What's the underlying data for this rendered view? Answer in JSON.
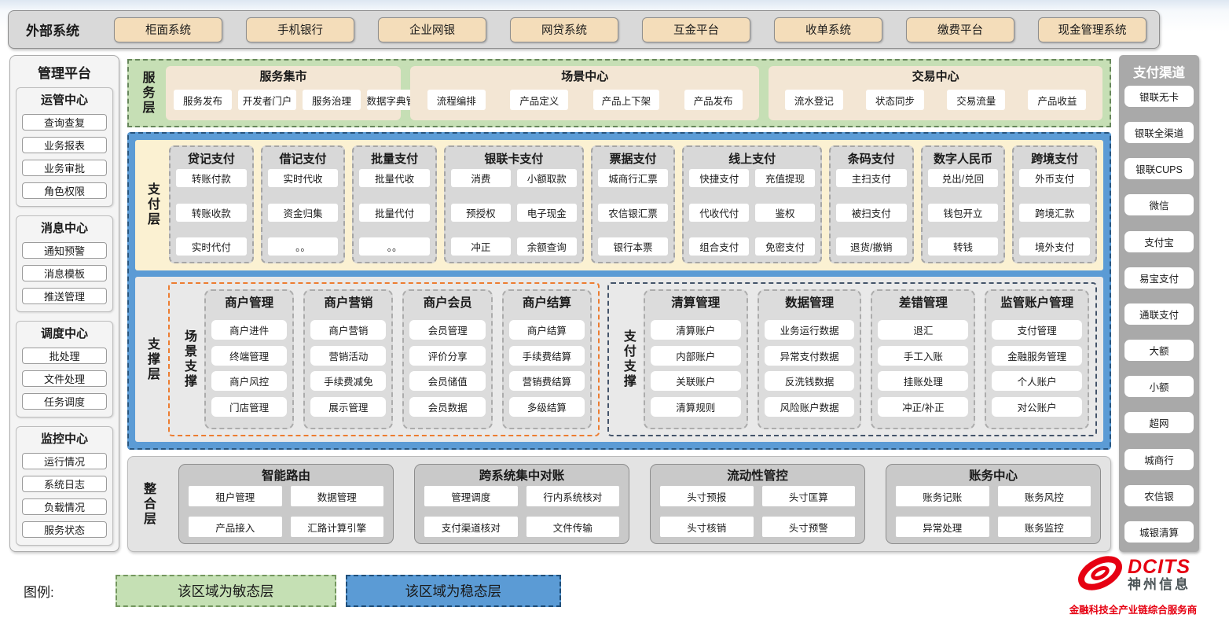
{
  "colors": {
    "agile_green": "#C5E0B4",
    "stable_blue": "#5B9BD5",
    "scene_support_accent": "#ED7D31",
    "payment_support_accent": "#44546A",
    "brand_red": "#E60012"
  },
  "external_systems": {
    "label": "外部系统",
    "items": [
      "柜面系统",
      "手机银行",
      "企业网银",
      "网贷系统",
      "互金平台",
      "收单系统",
      "缴费平台",
      "现金管理系统"
    ]
  },
  "management_platform": {
    "title": "管理平台",
    "groups": [
      {
        "title": "运管中心",
        "items": [
          "查询查复",
          "业务报表",
          "业务审批",
          "角色权限"
        ]
      },
      {
        "title": "消息中心",
        "items": [
          "通知预警",
          "消息模板",
          "推送管理"
        ]
      },
      {
        "title": "调度中心",
        "items": [
          "批处理",
          "文件处理",
          "任务调度"
        ]
      },
      {
        "title": "监控中心",
        "items": [
          "运行情况",
          "系统日志",
          "负载情况",
          "服务状态"
        ]
      }
    ]
  },
  "service_layer": {
    "label": "服务层",
    "panels": [
      {
        "title": "服务集市",
        "items": [
          "服务发布",
          "开发者门户",
          "服务治理",
          "数据字典管理"
        ]
      },
      {
        "title": "场景中心",
        "items": [
          "流程编排",
          "产品定义",
          "产品上下架",
          "产品发布"
        ]
      },
      {
        "title": "交易中心",
        "items": [
          "流水登记",
          "状态同步",
          "交易流量",
          "产品收益"
        ]
      }
    ]
  },
  "stable_region": {
    "payment_layer": {
      "label": "支付层",
      "columns": [
        {
          "title": "贷记支付",
          "cols": 1,
          "items": [
            "转账付款",
            "转账收款",
            "实时代付"
          ]
        },
        {
          "title": "借记支付",
          "cols": 1,
          "items": [
            "实时代收",
            "资金归集",
            "。。"
          ]
        },
        {
          "title": "批量支付",
          "cols": 1,
          "items": [
            "批量代收",
            "批量代付",
            "。。"
          ]
        },
        {
          "title": "银联卡支付",
          "cols": 2,
          "items": [
            "消费",
            "小额取款",
            "预授权",
            "电子现金",
            "冲正",
            "余额查询"
          ]
        },
        {
          "title": "票据支付",
          "cols": 1,
          "items": [
            "城商行汇票",
            "农信银汇票",
            "银行本票"
          ]
        },
        {
          "title": "线上支付",
          "cols": 2,
          "items": [
            "快捷支付",
            "充值提现",
            "代收代付",
            "鉴权",
            "组合支付",
            "免密支付"
          ]
        },
        {
          "title": "条码支付",
          "cols": 1,
          "items": [
            "主扫支付",
            "被扫支付",
            "退货/撤销"
          ]
        },
        {
          "title": "数字人民币",
          "cols": 1,
          "items": [
            "兑出/兑回",
            "钱包开立",
            "转钱"
          ]
        },
        {
          "title": "跨境支付",
          "cols": 1,
          "items": [
            "外币支付",
            "跨境汇款",
            "境外支付"
          ]
        }
      ]
    },
    "support_layer": {
      "label": "支撑层",
      "groups": [
        {
          "label": "场景支撑",
          "columns": [
            {
              "title": "商户管理",
              "items": [
                "商户进件",
                "终端管理",
                "商户风控",
                "门店管理"
              ]
            },
            {
              "title": "商户营销",
              "items": [
                "商户营销",
                "营销活动",
                "手续费减免",
                "展示管理"
              ]
            },
            {
              "title": "商户会员",
              "items": [
                "会员管理",
                "评价分享",
                "会员储值",
                "会员数据"
              ]
            },
            {
              "title": "商户结算",
              "items": [
                "商户结算",
                "手续费结算",
                "营销费结算",
                "多级结算"
              ]
            }
          ]
        },
        {
          "label": "支付支撑",
          "columns": [
            {
              "title": "清算管理",
              "items": [
                "清算账户",
                "内部账户",
                "关联账户",
                "清算规则"
              ]
            },
            {
              "title": "数据管理",
              "items": [
                "业务运行数据",
                "异常支付数据",
                "反洗钱数据",
                "风险账户数据"
              ]
            },
            {
              "title": "差错管理",
              "items": [
                "退汇",
                "手工入账",
                "挂账处理",
                "冲正/补正"
              ]
            },
            {
              "title": "监管账户管理",
              "items": [
                "支付管理",
                "金融服务管理",
                "个人账户",
                "对公账户"
              ]
            }
          ]
        }
      ]
    }
  },
  "integration_layer": {
    "label": "整合层",
    "panels": [
      {
        "title": "智能路由",
        "items": [
          "租户管理",
          "数据管理",
          "产品接入",
          "汇路计算引擎"
        ]
      },
      {
        "title": "跨系统集中对账",
        "items": [
          "管理调度",
          "行内系统核对",
          "支付渠道核对",
          "文件传输"
        ]
      },
      {
        "title": "流动性管控",
        "items": [
          "头寸预报",
          "头寸匡算",
          "头寸核销",
          "头寸预警"
        ]
      },
      {
        "title": "账务中心",
        "items": [
          "账务记账",
          "账务风控",
          "异常处理",
          "账务监控"
        ]
      }
    ]
  },
  "payment_channels": {
    "title": "支付渠道",
    "items": [
      "银联无卡",
      "银联全渠道",
      "银联CUPS",
      "微信",
      "支付宝",
      "易宝支付",
      "通联支付",
      "大额",
      "小额",
      "超网",
      "城商行",
      "农信银",
      "城银清算"
    ]
  },
  "legend": {
    "label": "图例:",
    "agile_label": "该区域为敏态层",
    "stable_label": "该区域为稳态层"
  },
  "logo": {
    "brand": "DCITS",
    "company": "神州信息",
    "tagline": "金融科技全产业链综合服务商"
  }
}
